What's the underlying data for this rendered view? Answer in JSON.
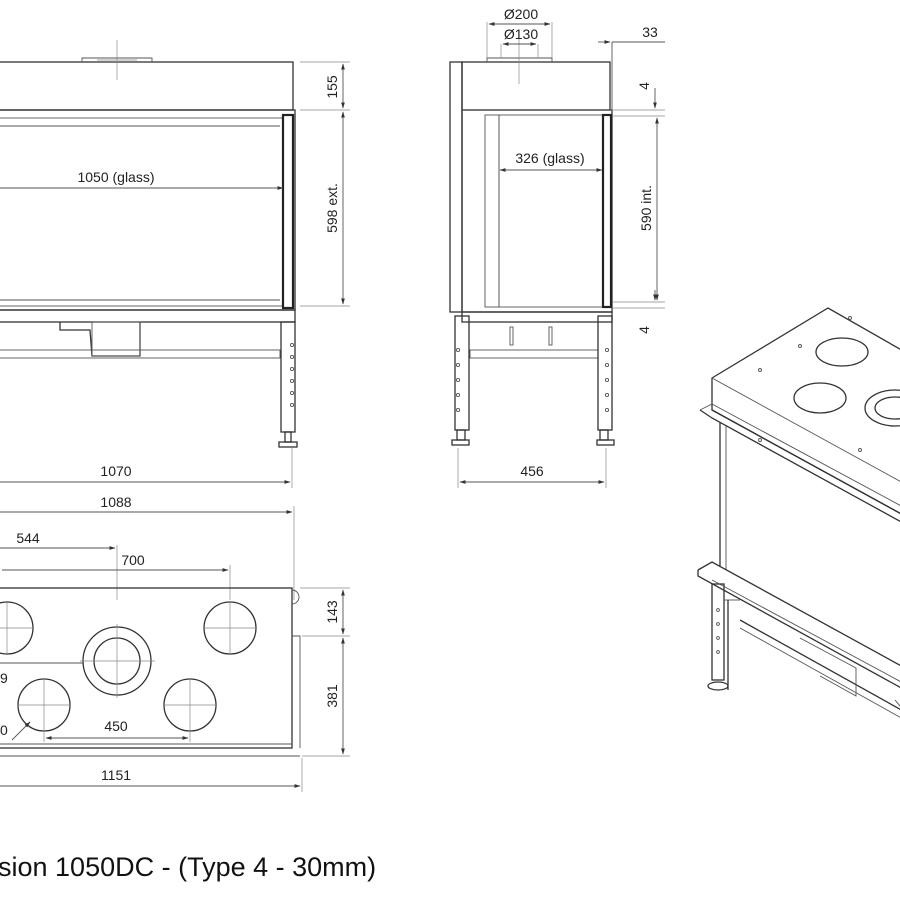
{
  "caption": "ision 1050DC - (Type 4 - 30mm)",
  "front_view": {
    "glass_width": "1050 (glass)",
    "top_height": "155",
    "ext_height": "598 ext.",
    "overall_width": "1070"
  },
  "side_view": {
    "outer_diameter": "Ø200",
    "inner_diameter": "Ø130",
    "top_offset": "33",
    "top_gap": "4",
    "glass_width": "326 (glass)",
    "int_height": "590 int.",
    "bottom_gap": "4",
    "depth": "456"
  },
  "top_view": {
    "overall_width": "1088",
    "dim_544": "544",
    "dim_700": "700",
    "dim_143": "143",
    "dim_381": "381",
    "dim_450": "450",
    "cut_label_a": "9",
    "cut_label_b": "0",
    "base_width": "1151"
  }
}
